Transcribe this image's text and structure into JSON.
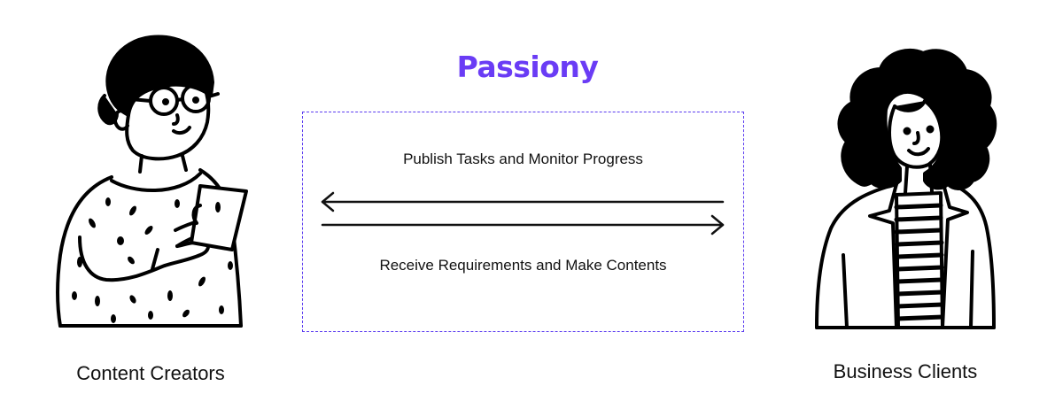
{
  "brand": {
    "name": "Passiony",
    "color": "#6a3cf5"
  },
  "flow": {
    "border_color": "#5b3cf0",
    "top_label": "Publish Tasks and Monitor Progress",
    "bottom_label": "Receive Requirements and Make Contents",
    "arrow_top_direction": "left",
    "arrow_bottom_direction": "right"
  },
  "left_party": {
    "caption": "Content Creators",
    "illustration": "person-with-glasses-holding-phone-icon"
  },
  "right_party": {
    "caption": "Business Clients",
    "illustration": "person-with-curly-hair-in-blazer-icon"
  }
}
